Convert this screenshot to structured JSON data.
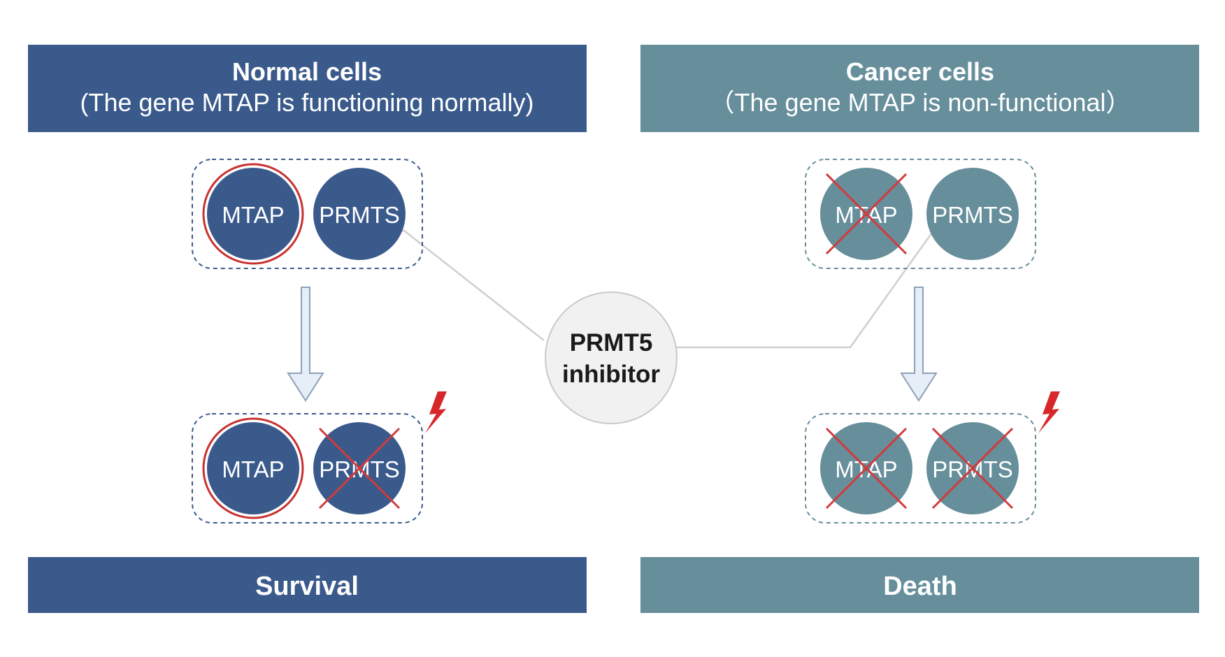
{
  "colors": {
    "normal": "#3a5a8c",
    "cancer": "#668e9b",
    "ring": "#c8312f",
    "cross": "#d23a3a",
    "bolt": "#d8272a",
    "connector": "#cfcfcf",
    "arrow_fill": "#e6eef8",
    "arrow_stroke": "#8ea0b8",
    "inhibitor_fill": "#f1f1f1",
    "inhibitor_stroke": "#c9c9c9"
  },
  "left": {
    "header_title": "Normal cells",
    "header_subtitle": "(The gene MTAP is functioning normally)",
    "top_group": {
      "mtap": "MTAP",
      "prmt": "PRMTS"
    },
    "bottom_group": {
      "mtap": "MTAP",
      "prmt": "PRMTS"
    },
    "outcome": "Survival"
  },
  "right": {
    "header_title": "Cancer cells",
    "header_subtitle": "（The gene MTAP is non-functional）",
    "top_group": {
      "mtap": "MTAP",
      "prmt": "PRMTS"
    },
    "bottom_group": {
      "mtap": "MTAP",
      "prmt": "PRMTS"
    },
    "outcome": "Death"
  },
  "center": {
    "line1": "PRMT5",
    "line2": "inhibitor"
  }
}
